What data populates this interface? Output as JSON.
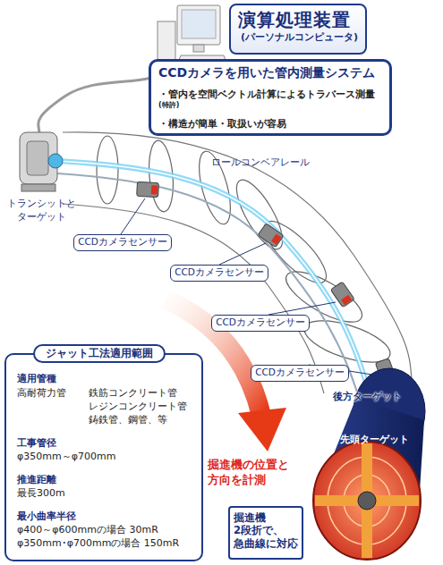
{
  "diagram": {
    "nodes": [
      {
        "text": [
          "演算処理装置",
          "(パーソナルコンピュータ)"
        ]
      },
      {
        "text": [
          "CCDカメラを用いた管内測量システム",
          "・管内を空間ベクトル計算によるトラバース測量",
          "(特許)",
          "・構造が簡単・取扱いが容易"
        ]
      },
      {
        "text": [
          "CCDカメラセンサー"
        ]
      },
      {
        "text": [
          "CCDカメラセンサー"
        ]
      },
      {
        "text": [
          "CCDカメラセンサー"
        ]
      },
      {
        "text": [
          "CCDカメラセンサー"
        ]
      },
      {
        "text": [
          "ジャット工法適用範囲",
          "適用管種",
          "高耐荷力管",
          "鉄筋コンクリート管",
          "レジンコンクリート管",
          "鋳鉄管、鋼管、等",
          "工事管径",
          "φ350mm～φ700mm",
          "推進距離",
          "最長300m",
          "最小曲率半径",
          "φ400～φ600mmの場合 30mR",
          "φ350mm･φ700mmの場合 150mR"
        ]
      },
      {
        "text": [
          "掘進機",
          "2段折で、 急曲線に対応"
        ]
      }
    ],
    "labels": [
      "トランシットと ターゲット",
      "ロールコンベアレール",
      "後方ターゲット",
      "先頭ターゲット",
      "掘進機の位置と 方向を計測"
    ]
  }
}
